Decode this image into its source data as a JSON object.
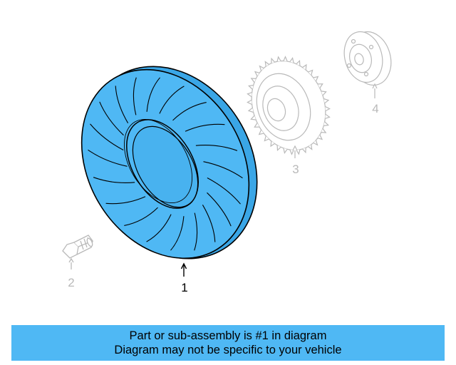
{
  "diagram": {
    "callouts": [
      {
        "label": "1"
      },
      {
        "label": "2"
      },
      {
        "label": "3"
      },
      {
        "label": "4"
      }
    ],
    "highlight_color": "#4fb8f4",
    "ghost_color": "#b9b9b9"
  },
  "banner": {
    "line1": "Part or sub-assembly is #1 in diagram",
    "line2": "Diagram may not be specific to your vehicle",
    "background": "#4fb8f4"
  }
}
